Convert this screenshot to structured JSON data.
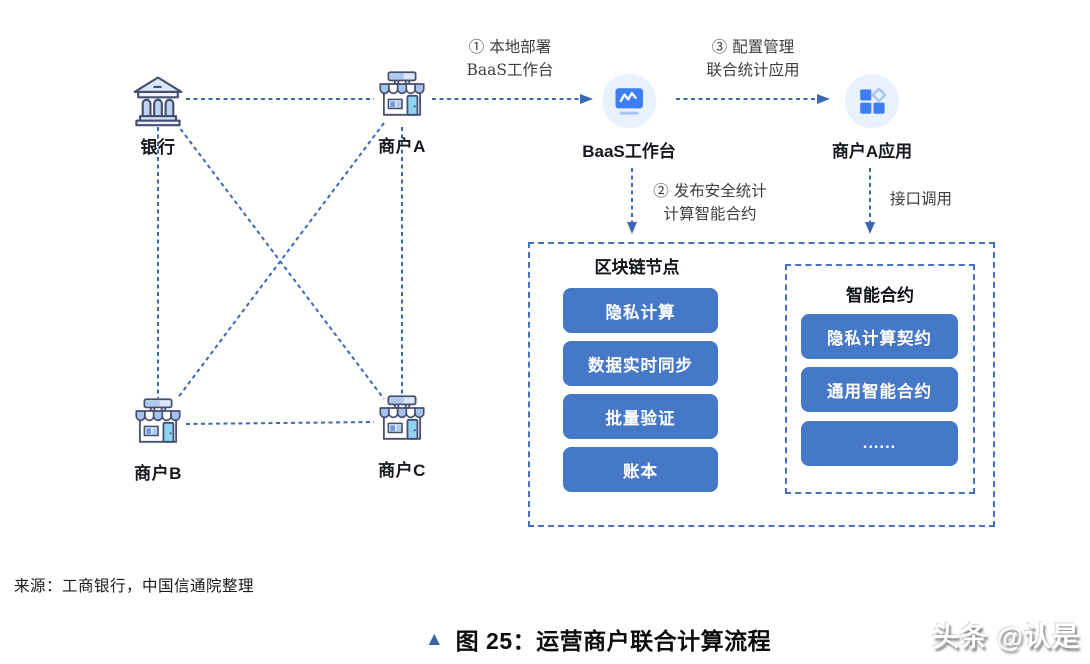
{
  "colors": {
    "accent_blue": "#4472C4",
    "button_blue": "#4678C8",
    "icon_blue": "#3E7EF5",
    "circle_background": "#E8F1FD",
    "caption_triangle": "#3A62A8"
  },
  "network": {
    "nodes": {
      "bank": {
        "label": "银行"
      },
      "merchant_a": {
        "label": "商户A"
      },
      "merchant_b": {
        "label": "商户B"
      },
      "merchant_c": {
        "label": "商户C"
      }
    }
  },
  "steps": {
    "step1_line1": "① 本地部署",
    "step1_line2": "BaaS工作台",
    "step2_line1": "② 发布安全统计",
    "step2_line2": "计算智能合约",
    "step3_line1": "③ 配置管理",
    "step3_line2": "联合统计应用",
    "api_call": "接口调用"
  },
  "platforms": {
    "baas": {
      "label": "BaaS工作台"
    },
    "merchant_app": {
      "label": "商户A应用"
    }
  },
  "blockchain_box": {
    "title": "区块链节点",
    "items": [
      "隐私计算",
      "数据实时同步",
      "批量验证",
      "账本"
    ]
  },
  "contract_box": {
    "title": "智能合约",
    "items": [
      "隐私计算契约",
      "通用智能合约",
      "......"
    ]
  },
  "footer": {
    "source": "来源：工商银行，中国信通院整理",
    "caption_marker": "▲",
    "caption": "图 25：运营商户联合计算流程",
    "watermark": "头条 @认是"
  }
}
